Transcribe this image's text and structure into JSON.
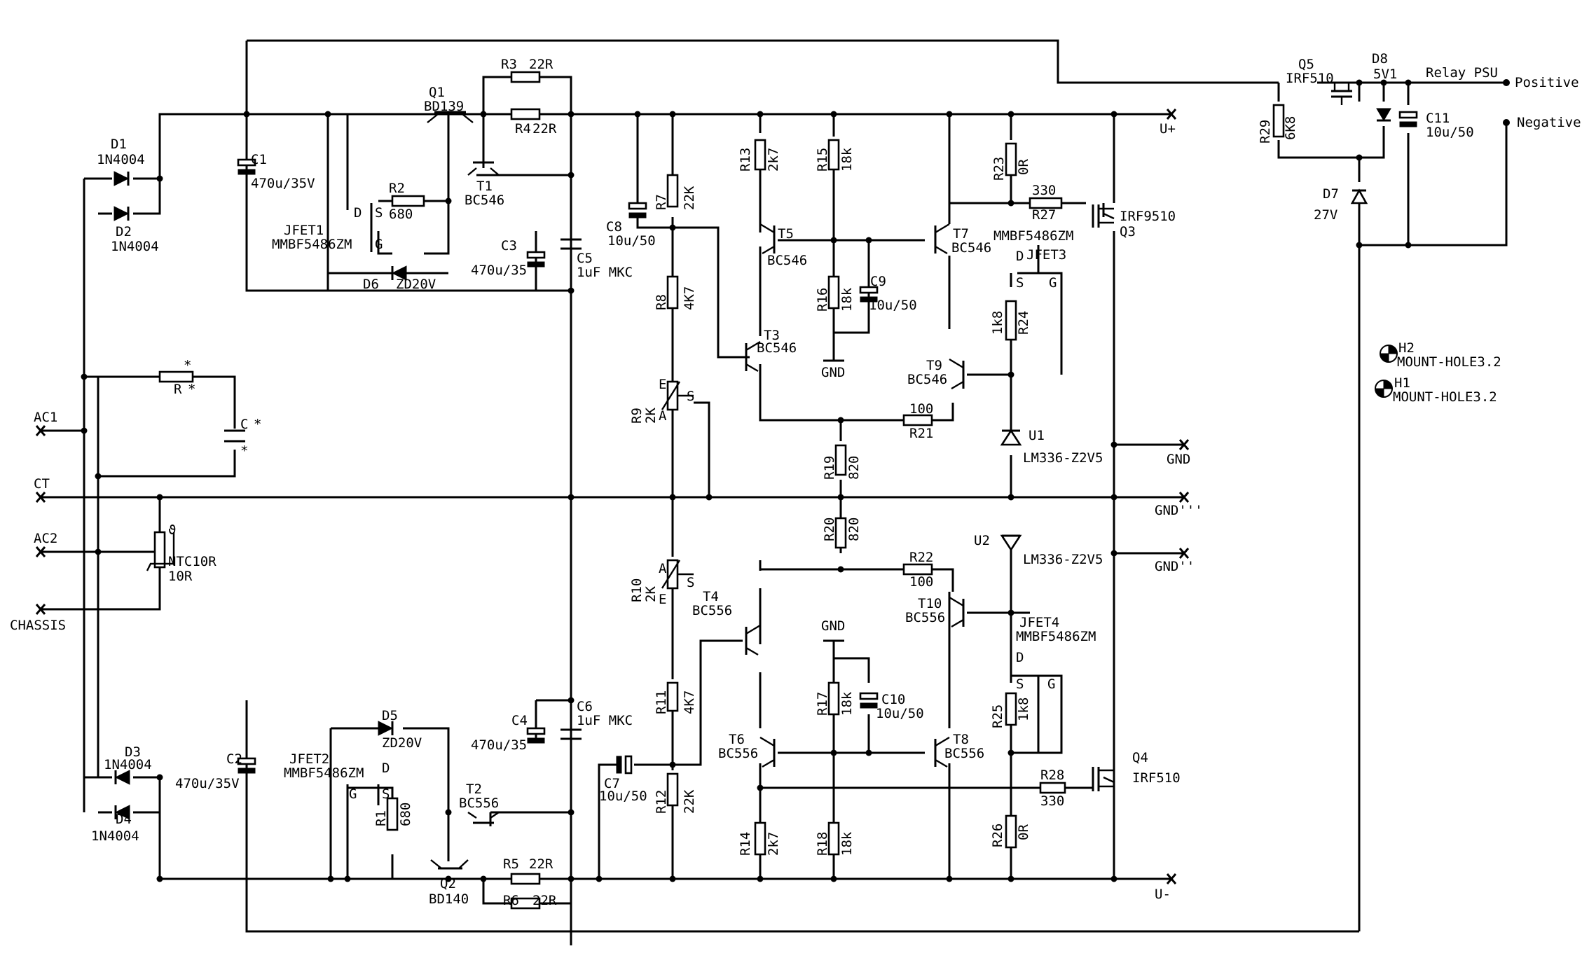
{
  "labels": {
    "Q1": "Q1",
    "Q1v": "BD139",
    "R3": "R3",
    "R3v": "22R",
    "R4": "R4",
    "R4v": "22R",
    "D1": "D1",
    "D1v": "1N4004",
    "D2": "D2",
    "D2v": "1N4004",
    "C1": "C1",
    "C1v": "470u/35V",
    "T1": "T1",
    "T1v": "BC546",
    "R2": "R2",
    "R2v": "680",
    "JFET1": "JFET1",
    "JFET1v": "MMBF5486ZM",
    "D6": "D6",
    "D6v": "ZD20V",
    "C3": "C3",
    "C3v": "470u/35",
    "C5": "C5",
    "C5v": "1uF MKC",
    "C8": "C8",
    "C8v": "10u/50",
    "R7": "R7",
    "R7v": "22K",
    "R8": "R8",
    "R8v": "4K7",
    "R9": "R9",
    "R9v": "2K",
    "R13": "R13",
    "R13v": "2k7",
    "R15": "R15",
    "R15v": "18k",
    "T5": "T5",
    "T5v": "BC546",
    "T7": "T7",
    "T7v": "BC546",
    "R16": "R16",
    "R16v": "18k",
    "C9": "C9",
    "C9v": "10u/50",
    "GND": "GND",
    "T3": "T3",
    "T3v": "BC546",
    "R23": "R23",
    "R23v": "0R",
    "R27": "R27",
    "R27v": "330",
    "Q3": "Q3",
    "Q3v": "IRF9510",
    "JFET3": "JFET3",
    "JFET3v": "MMBF5486ZM",
    "R24": "R24",
    "R24v": "1k8",
    "T9": "T9",
    "T9v": "BC546",
    "R21": "R21",
    "R21v": "100",
    "R19": "R19",
    "R19v": "820",
    "U1": "U1",
    "U1v": "LM336-Z2V5",
    "U2": "U2",
    "U2v": "LM336-Z2V5",
    "R20": "R20",
    "R20v": "820",
    "R22": "R22",
    "R22v": "100",
    "T10": "T10",
    "T10v": "BC556",
    "JFET4": "JFET4",
    "JFET4v": "MMBF5486ZM",
    "T4": "T4",
    "T4v": "BC556",
    "R10": "R10",
    "R10v": "2K",
    "R17": "R17",
    "R17v": "18k",
    "C10": "C10",
    "C10v": "10u/50",
    "R11": "R11",
    "R11v": "4K7",
    "R25": "R25",
    "R25v": "1k8",
    "T6": "T6",
    "T6v": "BC556",
    "T8": "T8",
    "T8v": "BC556",
    "C7": "C7",
    "C7v": "10u/50",
    "R12": "R12",
    "R12v": "22K",
    "R28": "R28",
    "R28v": "330",
    "Q4": "Q4",
    "Q4v": "IRF510",
    "R14": "R14",
    "R14v": "2k7",
    "R18": "R18",
    "R18v": "18k",
    "R26": "R26",
    "R26v": "0R",
    "C2": "C2",
    "C2v": "470u/35V",
    "D3": "D3",
    "D3v": "1N4004",
    "D4": "D4",
    "D4v": "1N4004",
    "JFET2": "JFET2",
    "JFET2v": "MMBF5486ZM",
    "D5": "D5",
    "D5v": "ZD20V",
    "R1": "R1",
    "R1v": "680",
    "T2": "T2",
    "T2v": "BC556",
    "C4": "C4",
    "C4v": "470u/35",
    "C6": "C6",
    "C6v": "1uF MKC",
    "Q2": "Q2",
    "Q2v": "BD140",
    "R5": "R5",
    "R5v": "22R",
    "R6": "R6",
    "R6v": "22R",
    "Rx": "R",
    "Rxstar": "*",
    "Cx": "C",
    "Cxstar": "*",
    "NTC": "NTC10R",
    "NTCv": "10R",
    "Q5": "Q5",
    "Q5v": "IRF510",
    "D8": "D8",
    "D8v": "5V1",
    "R29": "R29",
    "R29v": "6K8",
    "C11": "C11",
    "C11v": "10u/50",
    "D7": "D7",
    "D7v": "27V",
    "H2": "H2",
    "H2v": "MOUNT-HOLE3.2",
    "H1": "H1",
    "H1v": "MOUNT-HOLE3.2",
    "pinD": "D",
    "pinS": "S",
    "pinG": "G",
    "pinA": "A",
    "pinE": "E"
  },
  "terminals": {
    "AC1": "AC1",
    "CT": "CT",
    "AC2": "AC2",
    "CHASSIS": "CHASSIS",
    "Uplus": "U+",
    "Uminus": "U-",
    "GND": "GND",
    "GND3": "GND'''",
    "GND2": "GND''",
    "relay": "Relay PSU",
    "positive": "Positive",
    "negative": "Negative"
  }
}
